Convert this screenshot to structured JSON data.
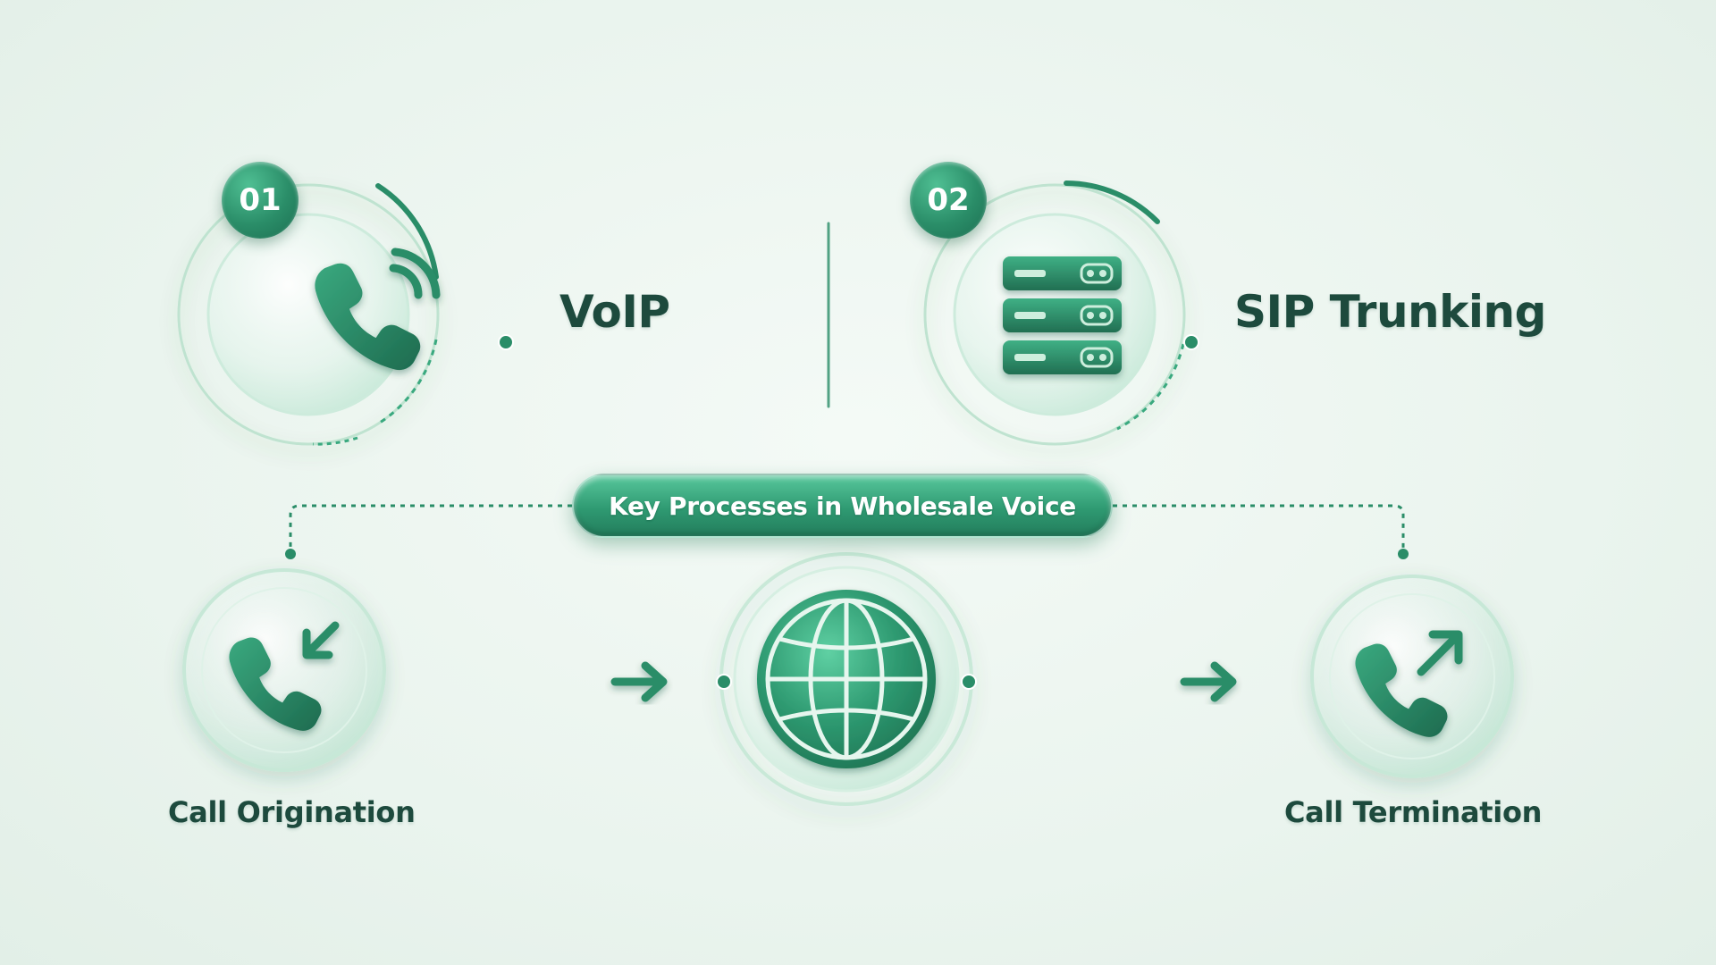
{
  "steps": [
    {
      "number": "01",
      "label": "VoIP"
    },
    {
      "number": "02",
      "label": "SIP Trunking"
    }
  ],
  "center": {
    "title": "Key Processes in Wholesale Voice"
  },
  "processes": [
    {
      "label": "Call Origination"
    },
    {
      "label": "Call Termination"
    }
  ],
  "colors": {
    "primary": "#2a8d68",
    "dark": "#1d4a3d",
    "light": "#6fd3a8",
    "background": "#eaf4ee"
  },
  "icons": [
    "phone-ringing-icon",
    "server-rack-icon",
    "globe-icon",
    "incoming-call-icon",
    "outgoing-call-icon",
    "sound-wave-icon",
    "arrow-right-icon"
  ]
}
